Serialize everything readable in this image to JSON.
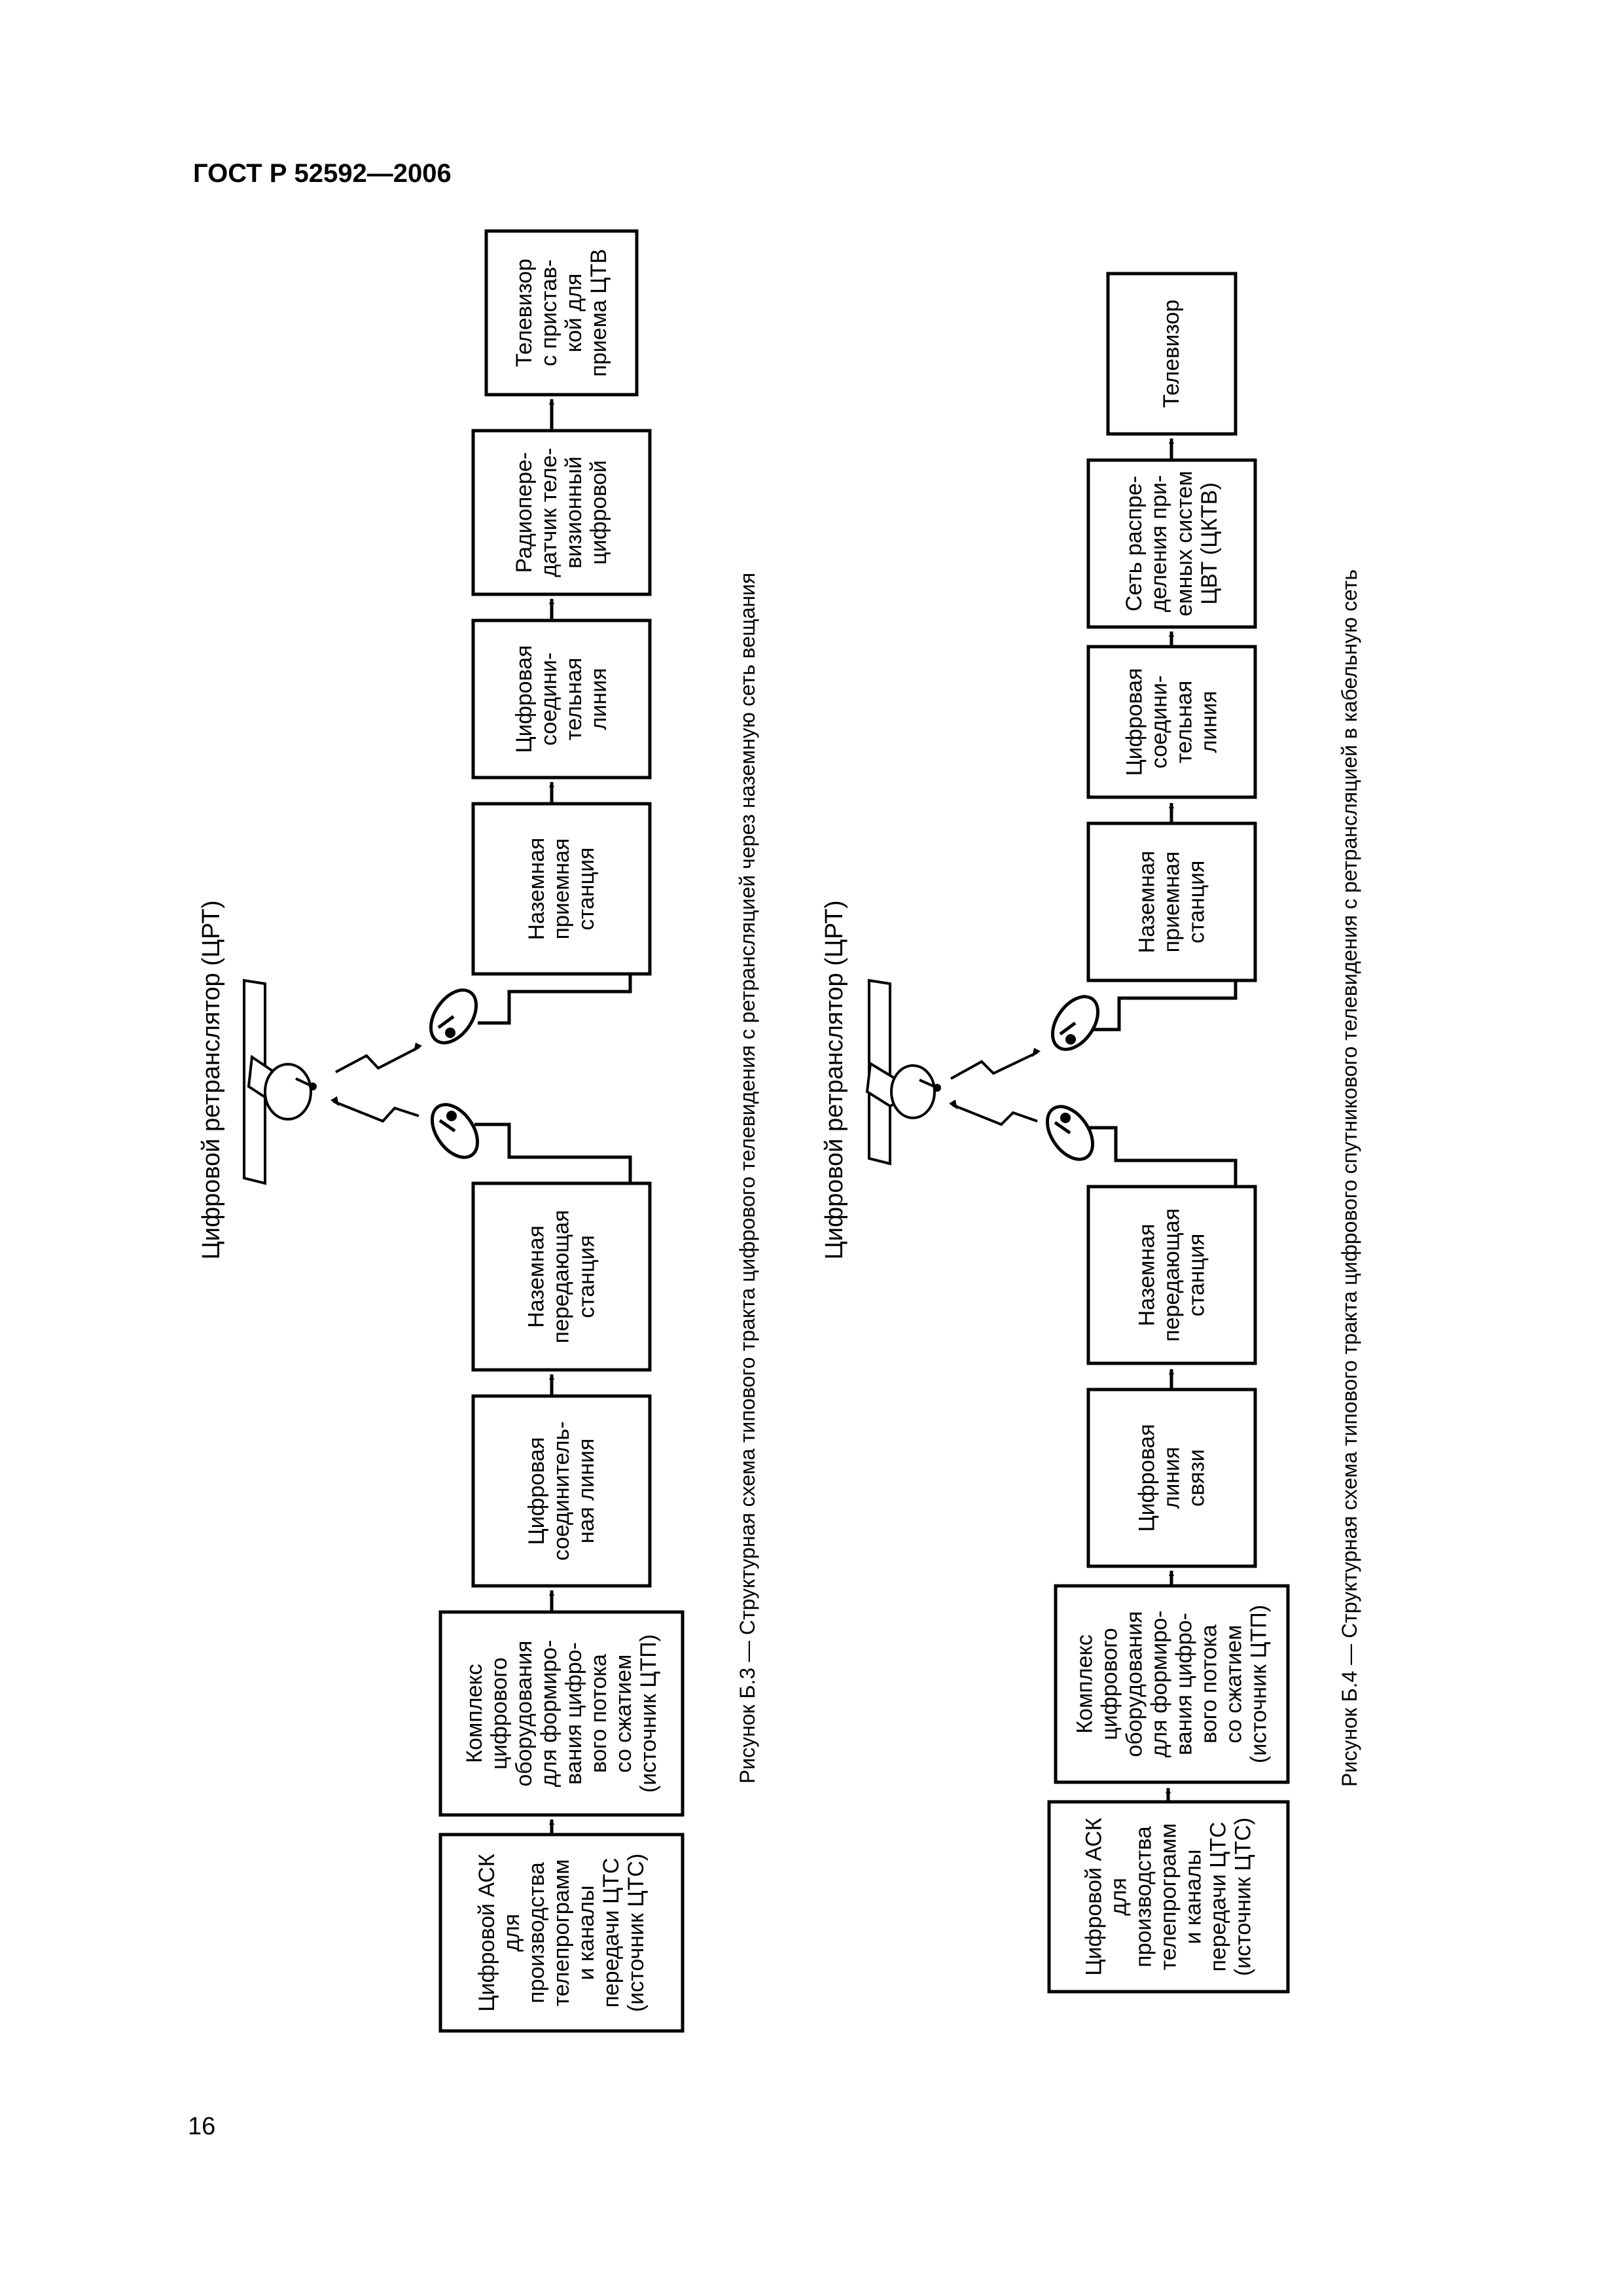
{
  "header": "ГОСТ Р 52592—2006",
  "page_number": "16",
  "figure_b3": {
    "satellite_label": "Цифровой ретранслятор (ЦРТ)",
    "caption": "Рисунок Б.3 — Структурная схема типового тракта цифрового телевидения с ретрансляцией через наземную сеть вещания",
    "blocks": [
      {
        "text": "Цифровой АСК\nдля\nпроизводства\nтелепрограмм\nи каналы\nпередачи ЦТС\n(источник ЦТС)"
      },
      {
        "text": "Комплекс\nцифрового\nоборудования\nдля формиро-\nвания цифро-\nвого потока\nсо сжатием\n(источник ЦТП)"
      },
      {
        "text": "Цифровая\nсоединитель-\nная линия"
      },
      {
        "text": "Наземная\nпередающая\nстанция"
      },
      {
        "text": "Наземная\nприемная\nстанция"
      },
      {
        "text": "Цифровая\nсоедини-\nтельная\nлиния"
      },
      {
        "text": "Радиопере-\nдатчик теле-\nвизионный\nцифровой"
      },
      {
        "text": "Телевизор\nс пристав-\nкой для\nприема ЦТВ"
      }
    ]
  },
  "figure_b4": {
    "satellite_label": "Цифровой ретранслятор (ЦРТ)",
    "caption": "Рисунок Б.4 — Структурная схема типового тракта цифрового спутникового телевидения с ретрансляцией в кабельную сеть",
    "blocks": [
      {
        "text": "Цифровой АСК\nдля\nпроизводства\nтелепрограмм\nи каналы\nпередачи ЦТС\n(источник ЦТС)"
      },
      {
        "text": "Комплекс\nцифрового\nоборудования\nдля формиро-\nвания цифро-\nвого потока\nсо сжатием\n(источник ЦТП)"
      },
      {
        "text": "Цифровая\nлиния\nсвязи"
      },
      {
        "text": "Наземная\nпередающая\nстанция"
      },
      {
        "text": "Наземная\nприемная\nстанция"
      },
      {
        "text": "Цифровая\nсоедини-\nтельная\nлиния"
      },
      {
        "text": "Сеть распре-\nделения при-\nемных систем\nЦВТ (ЦКТВ)"
      },
      {
        "text": "Телевизор"
      }
    ]
  }
}
